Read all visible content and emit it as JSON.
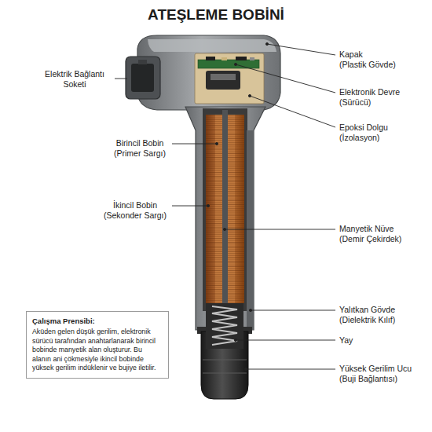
{
  "diagram": {
    "title": "ATEŞLEME BOBİNİ",
    "nodes": [
      {
        "text": [
          "Çalışma Prensibi:",
          "Aküden gelen düşük gerilim, elektronik sürücü tarafından anahtarlanarak birincil bobinde manyetik alan oluşturur. Bu alanın ani çökmesiyle ikincil bobinde yüksek gerilim indüklenir ve bujiye iletilir."
        ]
      }
    ],
    "labels": [
      "Elektrik Bağlantı Soketi",
      "Kapak",
      "(Plastik Gövde)",
      "Elektronik Devre",
      "(Sürücü)",
      "Epoksi Dolgu",
      "(İzolasyon)",
      "Birincil Bobin",
      "(Primer Sargı)",
      "İkincil Bobin",
      "(Sekonder Sargı)",
      "Manyetik Nüve",
      "(Demir Çekirdek)",
      "Yalıtkan Gövde",
      "(Dielektrik Kılıf)",
      "Yay",
      "Yüksek Gerilim Ucu",
      "(Buji Bağlantısı)"
    ]
  }
}
